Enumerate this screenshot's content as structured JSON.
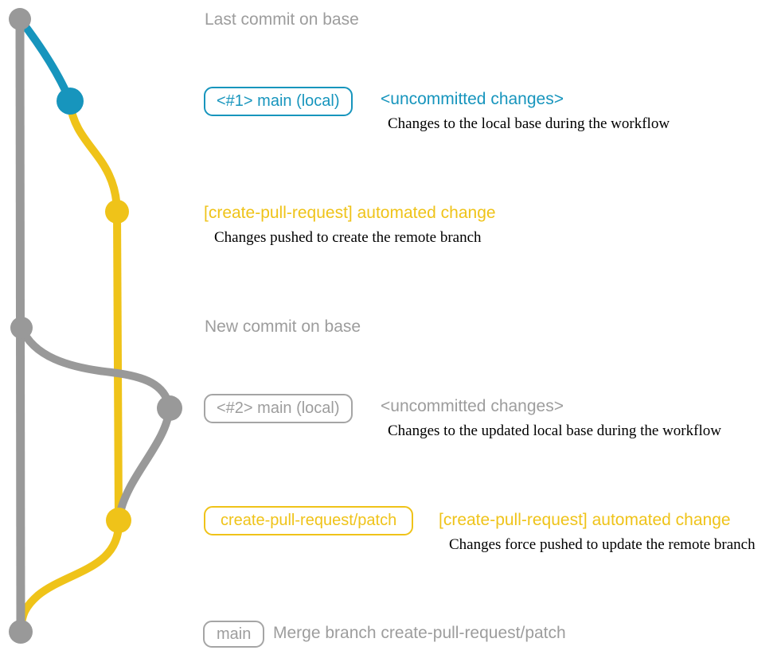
{
  "colors": {
    "teal": "#1795bd",
    "yellow": "#efc319",
    "gray": "#999999",
    "label_gray": "#9d9d9d",
    "description_black": "#000000"
  },
  "graph": {
    "nodes": [
      {
        "id": "last-base-commit",
        "color": "gray"
      },
      {
        "id": "main-local-1-commit",
        "color": "teal"
      },
      {
        "id": "create-pull-request-commit-1",
        "color": "yellow"
      },
      {
        "id": "new-base-commit",
        "color": "gray"
      },
      {
        "id": "main-local-2-commit",
        "color": "gray"
      },
      {
        "id": "create-pull-request-commit-2",
        "color": "yellow"
      },
      {
        "id": "merge-commit",
        "color": "gray"
      }
    ]
  },
  "rows": {
    "last_commit": {
      "label": "Last commit on base"
    },
    "main1": {
      "pill": "<#1> main (local)",
      "title": "<uncommitted changes>",
      "desc": "Changes to the local base during the workflow"
    },
    "cpr1": {
      "title": "[create-pull-request] automated change",
      "desc": "Changes pushed to create the remote branch"
    },
    "new_commit": {
      "label": "New commit on base"
    },
    "main2": {
      "pill": "<#2> main (local)",
      "title": "<uncommitted changes>",
      "desc": "Changes to the updated local base during the workflow"
    },
    "cpr2": {
      "pill": "create-pull-request/patch",
      "title": "[create-pull-request] automated change",
      "desc": "Changes force pushed to update the remote branch"
    },
    "merge": {
      "pill": "main",
      "label": "Merge branch create-pull-request/patch"
    }
  }
}
